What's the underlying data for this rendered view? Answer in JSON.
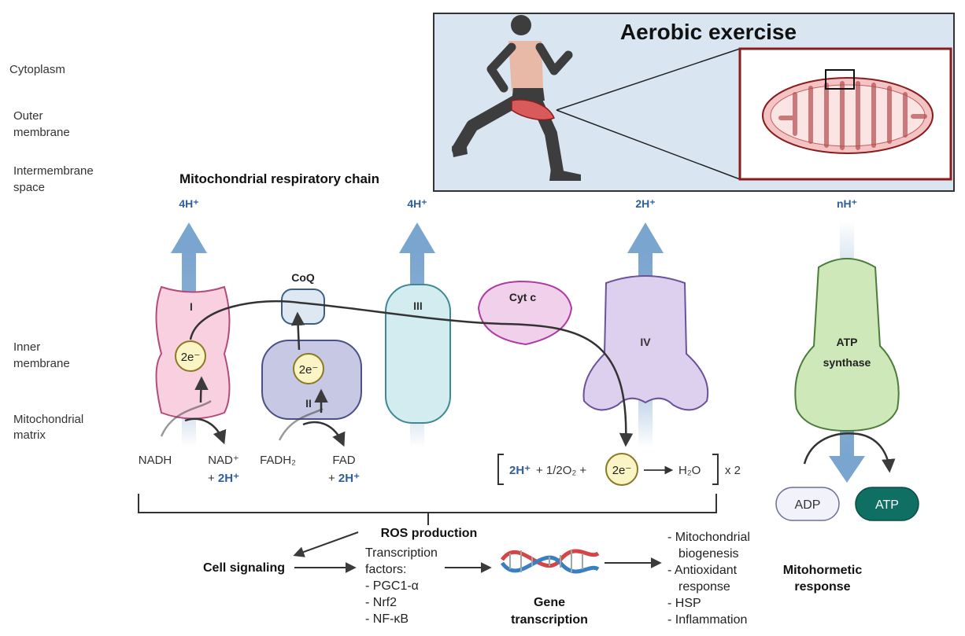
{
  "layers": {
    "cytoplasm": "Cytoplasm",
    "outer_1": "Outer",
    "outer_2": "membrane",
    "ims_1": "Intermembrane",
    "ims_2": "space",
    "inner_1": "Inner",
    "inner_2": "membrane",
    "matrix_1": "Mitochondrial",
    "matrix_2": "matrix"
  },
  "inset": {
    "title": "Aerobic exercise"
  },
  "chain": {
    "title": "Mitochondrial respiratory chain",
    "proton_I": "4H⁺",
    "proton_III": "4H⁺",
    "proton_IV": "2H⁺",
    "proton_atp": "nH⁺",
    "complex_I": "I",
    "complex_II": "II",
    "complex_III": "III",
    "complex_IV": "IV",
    "coq": "CoQ",
    "cytc": "Cyt c",
    "atp_synthase_1": "ATP",
    "atp_synthase_2": "synthase",
    "electrons": "2e⁻"
  },
  "substrates": {
    "nadh": "NADH",
    "nad": "NAD⁺",
    "nad_h": "+ ",
    "nad_h2": "2H⁺",
    "fadh2": "FADH₂",
    "fad": "FAD",
    "fad_h": "+ ",
    "fad_h2": "2H⁺"
  },
  "equation": {
    "h": "2H⁺",
    "o2": "+ 1/2O₂ +",
    "water": "H₂O",
    "times": "x 2"
  },
  "atp": {
    "adp": "ADP",
    "atp": "ATP"
  },
  "bottom": {
    "ros": "ROS production",
    "cell_signaling": "Cell signaling",
    "tf_1": "Transcription",
    "tf_2": "factors:",
    "tf_3": "- PGC1-α",
    "tf_4": "- Nrf2",
    "tf_5": "- NF-κB",
    "gene_1": "Gene",
    "gene_2": "transcription",
    "out_1": "- Mitochondrial",
    "out_2": "biogenesis",
    "out_3": "- Antioxidant",
    "out_4": "response",
    "out_5": "-  HSP",
    "out_6": "-  Inflammation",
    "mito_1": "Mitohormetic",
    "mito_2": "response"
  },
  "colors": {
    "proton_blue": "#7aa5cf",
    "label_blue": "#2e5f99",
    "complex_I_fill": "#f9d0e0",
    "complex_I_stroke": "#b24a7c",
    "complex_II_fill": "#c7c8e3",
    "complex_II_stroke": "#4a4f86",
    "complex_III_fill": "#d2ecf0",
    "complex_III_stroke": "#3f8896",
    "cytc_fill": "#f1d0ec",
    "cytc_stroke": "#b03aa4",
    "complex_IV_fill": "#dcd0ee",
    "complex_IV_stroke": "#6b5299",
    "atp_synthase_fill": "#cfe8b9",
    "atp_synthase_stroke": "#4a7d3a",
    "electron_fill": "#fbf4c4",
    "electron_stroke": "#8a7a25",
    "atp_fill": "#0f6f63",
    "inset_bg": "#d9e6f2",
    "mito_fill": "#f4c4c4",
    "mito_stroke": "#8a1c1c"
  }
}
